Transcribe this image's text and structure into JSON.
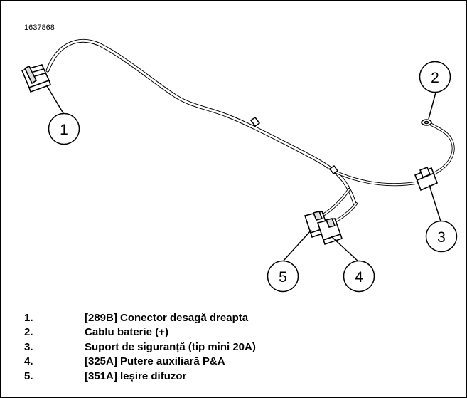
{
  "figure_id": "1637868",
  "callouts": [
    "1",
    "2",
    "3",
    "4",
    "5"
  ],
  "legend": [
    {
      "num": "1.",
      "text": "[289B] Conector desagă dreapta"
    },
    {
      "num": "2.",
      "text": "Cablu baterie (+)"
    },
    {
      "num": "3.",
      "text": "Suport de siguranță (tip mini 20A)"
    },
    {
      "num": "4.",
      "text": "[325A] Putere auxiliară P&A"
    },
    {
      "num": "5.",
      "text": "[351A] Ieșire difuzor"
    }
  ]
}
